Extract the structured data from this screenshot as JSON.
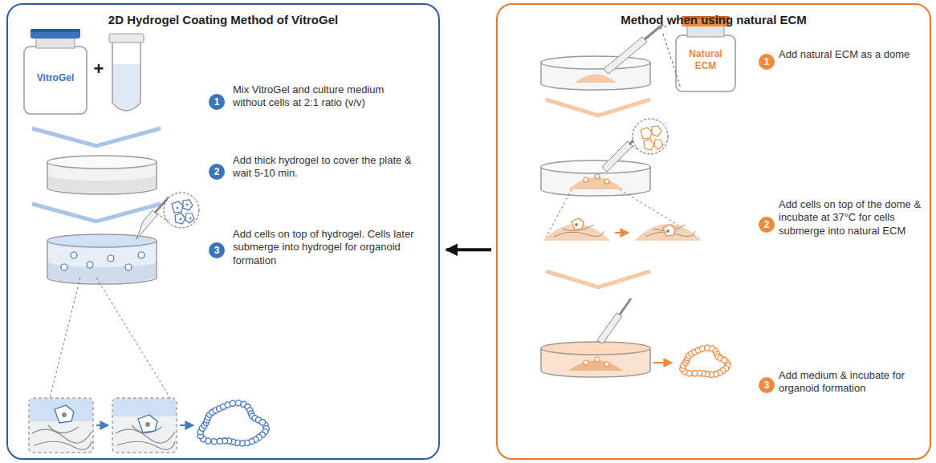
{
  "diagram": {
    "nodes": [
      {
        "text": [
          "2D Hydrogel Coating Method of VitroGel"
        ]
      },
      {
        "text": [
          "1"
        ],
        "in": 0
      },
      {
        "text": [
          "2"
        ],
        "in": 0
      },
      {
        "text": [
          "3"
        ],
        "in": 0
      },
      {
        "text": [
          "Method when using natural ECM"
        ]
      },
      {
        "text": [
          "1"
        ],
        "in": 4
      },
      {
        "text": [
          "2"
        ],
        "in": 4
      },
      {
        "text": [
          "3"
        ],
        "in": 4
      }
    ],
    "edges": [
      {
        "from": 4,
        "to": 0,
        "arrow": "to"
      }
    ],
    "labels": [
      "VitroGel",
      "+",
      "Mix VitroGel and culture medium without cells at 2:1 ratio (v/v)",
      "Add thick hydrogel to cover the plate & wait 5-10 min.",
      "Add cells on top of hydrogel. Cells later submerge into hydrogel for organoid formation",
      "Natural ECM",
      "Add natural ECM as a dome",
      "Add cells on top of the dome & incubate at 37°C for cells submerge into natural ECM",
      "Add medium & incubate for organoid formation"
    ]
  }
}
